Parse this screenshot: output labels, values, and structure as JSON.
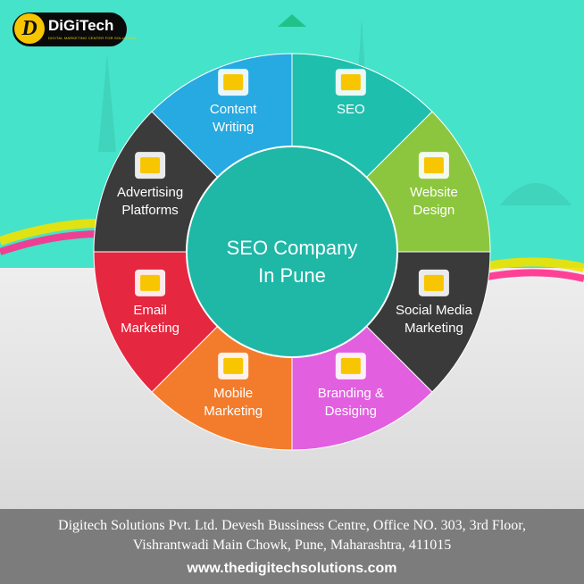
{
  "logo": {
    "mark": "D",
    "name": "DiGiTech",
    "tagline": "DIGITAL MARKETING CENTER FOR SOLUTIONS"
  },
  "center": {
    "line1": "SEO Company",
    "line2": "In Pune"
  },
  "segments": [
    {
      "line1": "Content",
      "line2": "Writing",
      "icon": "pencil-icon",
      "color": "#27a9e1"
    },
    {
      "line1": "SEO",
      "line2": "",
      "icon": "growth-chart-icon",
      "color": "#1fbfad"
    },
    {
      "line1": "Website",
      "line2": "Design",
      "icon": "monitor-icon",
      "color": "#8cc63e"
    },
    {
      "line1": "Social Media",
      "line2": "Marketing",
      "icon": "chat-bubbles-icon",
      "color": "#3a3a3a"
    },
    {
      "line1": "Branding &",
      "line2": "Desiging",
      "icon": "design-cards-icon",
      "color": "#e25fe0"
    },
    {
      "line1": "Mobile",
      "line2": "Marketing",
      "icon": "mobile-megaphone-icon",
      "color": "#f37c2c"
    },
    {
      "line1": "Email",
      "line2": "Marketing",
      "icon": "envelope-icon",
      "color": "#e5273f"
    },
    {
      "line1": "Advertising",
      "line2": "Platforms",
      "icon": "megaphone-icon",
      "color": "#3b3b3b"
    }
  ],
  "footer": {
    "line1": "Digitech Solutions Pvt. Ltd. Devesh Bussiness Centre, Office NO. 303, 3rd Floor,",
    "line2": "Vishrantwadi Main Chowk, Pune, Maharashtra, 411015",
    "url": "www.thedigitechsolutions.com"
  },
  "colors": {
    "background_top": "#45e3c9",
    "footer": "#7c7c7c",
    "hub": "#1fb7a6",
    "accent_yellow": "#f7c600"
  }
}
